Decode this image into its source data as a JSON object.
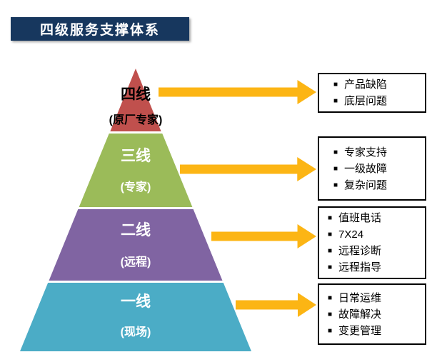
{
  "title": "四级服务支撑体系",
  "bullet": "■",
  "colors": {
    "banner": "#17375E",
    "arrow": "#FCB514",
    "level4": "#C0504D",
    "level3": "#9BBB59",
    "level2": "#8064A2",
    "level1": "#4BACC6"
  },
  "pyramid": {
    "levels": [
      {
        "name": "四线",
        "sub": "(原厂专家)",
        "color": "#C0504D",
        "text_color": "#000000"
      },
      {
        "name": "三线",
        "sub": "(专家)",
        "color": "#9BBB59",
        "text_color": "#FFFFFF"
      },
      {
        "name": "二线",
        "sub": "(远程)",
        "color": "#8064A2",
        "text_color": "#FFFFFF"
      },
      {
        "name": "一线",
        "sub": "(现场)",
        "color": "#4BACC6",
        "text_color": "#FFFFFF"
      }
    ]
  },
  "boxes": [
    {
      "items": [
        "产品缺陷",
        "底层问题"
      ]
    },
    {
      "items": [
        "专家支持",
        "一级故障",
        "复杂问题"
      ]
    },
    {
      "items": [
        "值班电话",
        "7X24",
        "远程诊断",
        "远程指导"
      ]
    },
    {
      "items": [
        "日常运维",
        "故障解决",
        "变更管理"
      ]
    }
  ]
}
